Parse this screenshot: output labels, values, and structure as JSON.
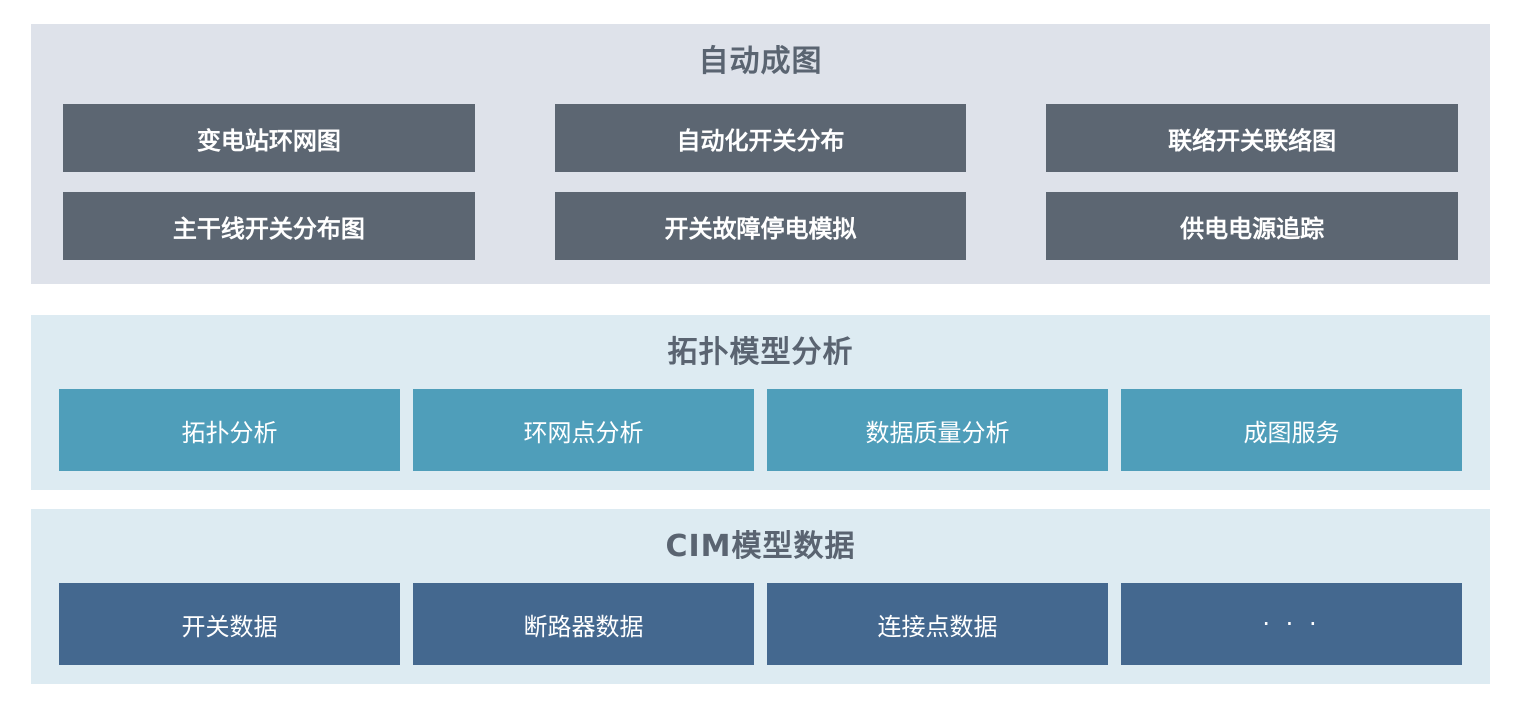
{
  "page": {
    "background": "#ffffff"
  },
  "sections": [
    {
      "title": "自动成图",
      "colors": {
        "background": "#dee2ea",
        "node": "#5c6672",
        "title": "#5a6471",
        "node_text": "#ffffff"
      },
      "nodes": [
        "变电站环网图",
        "自动化开关分布",
        "联络开关联络图",
        "主干线开关分布图",
        "开关故障停电模拟",
        "供电电源追踪"
      ]
    },
    {
      "title": "拓扑模型分析",
      "colors": {
        "background": "#ddebf2",
        "node": "#4f9eba",
        "title": "#5a6471",
        "node_text": "#ffffff"
      },
      "nodes": [
        "拓扑分析",
        "环网点分析",
        "数据质量分析",
        "成图服务"
      ]
    },
    {
      "title": "CIM模型数据",
      "colors": {
        "background": "#ddebf2",
        "node": "#44688f",
        "title": "#5a6471",
        "node_text": "#ffffff"
      },
      "nodes": [
        "开关数据",
        "断路器数据",
        "连接点数据",
        "· · ·"
      ]
    }
  ]
}
